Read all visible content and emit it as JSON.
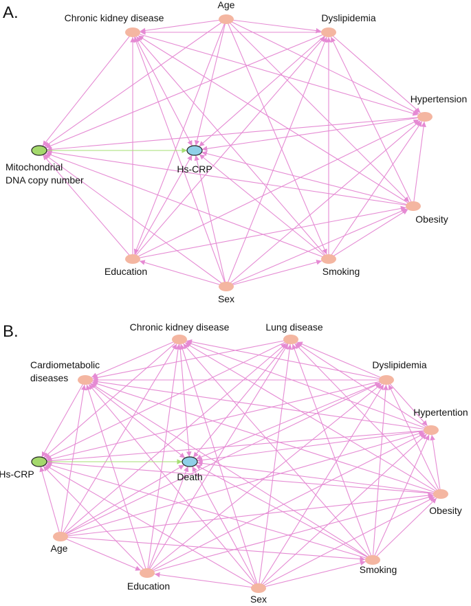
{
  "colors": {
    "edge": "#e58ad3",
    "exposure_edge": "#a6df72",
    "node_default": "#f4b6a1",
    "node_exposure": "#a4d96c",
    "node_outcome": "#8fd0e8",
    "node_stroke": "#222222"
  },
  "panels": [
    {
      "id": "a",
      "label": "A.",
      "nodes": [
        {
          "id": "age",
          "label": "Age",
          "kind": "default"
        },
        {
          "id": "ckd",
          "label": "Chronic kidney disease",
          "kind": "default"
        },
        {
          "id": "dys",
          "label": "Dyslipidemia",
          "kind": "default"
        },
        {
          "id": "hyp",
          "label": "Hypertension",
          "kind": "default"
        },
        {
          "id": "mito",
          "label": "Mitochondrial\nDNA copy number",
          "kind": "exposure"
        },
        {
          "id": "crp",
          "label": "Hs-CRP",
          "kind": "outcome"
        },
        {
          "id": "obe",
          "label": "Obesity",
          "kind": "default"
        },
        {
          "id": "edu",
          "label": "Education",
          "kind": "default"
        },
        {
          "id": "smk",
          "label": "Smoking",
          "kind": "default"
        },
        {
          "id": "sex",
          "label": "Sex",
          "kind": "default"
        }
      ],
      "edges": [
        [
          "age",
          "ckd"
        ],
        [
          "age",
          "dys"
        ],
        [
          "age",
          "hyp"
        ],
        [
          "age",
          "mito"
        ],
        [
          "age",
          "crp"
        ],
        [
          "age",
          "obe"
        ],
        [
          "age",
          "edu"
        ],
        [
          "age",
          "smk"
        ],
        [
          "sex",
          "ckd"
        ],
        [
          "sex",
          "dys"
        ],
        [
          "sex",
          "hyp"
        ],
        [
          "sex",
          "mito"
        ],
        [
          "sex",
          "crp"
        ],
        [
          "sex",
          "obe"
        ],
        [
          "sex",
          "edu"
        ],
        [
          "sex",
          "smk"
        ],
        [
          "edu",
          "ckd"
        ],
        [
          "edu",
          "dys"
        ],
        [
          "edu",
          "hyp"
        ],
        [
          "edu",
          "mito"
        ],
        [
          "edu",
          "crp"
        ],
        [
          "edu",
          "obe"
        ],
        [
          "smk",
          "ckd"
        ],
        [
          "smk",
          "dys"
        ],
        [
          "smk",
          "hyp"
        ],
        [
          "smk",
          "mito"
        ],
        [
          "smk",
          "crp"
        ],
        [
          "smk",
          "obe"
        ],
        [
          "ckd",
          "mito"
        ],
        [
          "ckd",
          "crp"
        ],
        [
          "ckd",
          "hyp"
        ],
        [
          "dys",
          "ckd"
        ],
        [
          "dys",
          "mito"
        ],
        [
          "dys",
          "crp"
        ],
        [
          "dys",
          "hyp"
        ],
        [
          "hyp",
          "mito"
        ],
        [
          "hyp",
          "crp"
        ],
        [
          "obe",
          "ckd"
        ],
        [
          "obe",
          "dys"
        ],
        [
          "obe",
          "hyp"
        ],
        [
          "obe",
          "mito"
        ],
        [
          "obe",
          "crp"
        ],
        [
          "mito",
          "crp"
        ]
      ]
    },
    {
      "id": "b",
      "label": "B.",
      "nodes": [
        {
          "id": "ckd",
          "label": "Chronic kidney disease",
          "kind": "default"
        },
        {
          "id": "lung",
          "label": "Lung disease",
          "kind": "default"
        },
        {
          "id": "cmd",
          "label": "Cardiometabolic\ndiseases",
          "kind": "default"
        },
        {
          "id": "dys",
          "label": "Dyslipidemia",
          "kind": "default"
        },
        {
          "id": "hyp",
          "label": "Hypertention",
          "kind": "default"
        },
        {
          "id": "crp",
          "label": "Hs-CRP",
          "kind": "exposure"
        },
        {
          "id": "death",
          "label": "Death",
          "kind": "outcome"
        },
        {
          "id": "obe",
          "label": "Obesity",
          "kind": "default"
        },
        {
          "id": "age",
          "label": "Age",
          "kind": "default"
        },
        {
          "id": "smk",
          "label": "Smoking",
          "kind": "default"
        },
        {
          "id": "edu",
          "label": "Education",
          "kind": "default"
        },
        {
          "id": "sex",
          "label": "Sex",
          "kind": "default"
        }
      ],
      "edges": [
        [
          "age",
          "ckd"
        ],
        [
          "age",
          "lung"
        ],
        [
          "age",
          "cmd"
        ],
        [
          "age",
          "dys"
        ],
        [
          "age",
          "hyp"
        ],
        [
          "age",
          "crp"
        ],
        [
          "age",
          "death"
        ],
        [
          "age",
          "obe"
        ],
        [
          "age",
          "edu"
        ],
        [
          "age",
          "smk"
        ],
        [
          "sex",
          "ckd"
        ],
        [
          "sex",
          "lung"
        ],
        [
          "sex",
          "cmd"
        ],
        [
          "sex",
          "dys"
        ],
        [
          "sex",
          "hyp"
        ],
        [
          "sex",
          "crp"
        ],
        [
          "sex",
          "death"
        ],
        [
          "sex",
          "obe"
        ],
        [
          "sex",
          "edu"
        ],
        [
          "sex",
          "smk"
        ],
        [
          "edu",
          "ckd"
        ],
        [
          "edu",
          "lung"
        ],
        [
          "edu",
          "cmd"
        ],
        [
          "edu",
          "dys"
        ],
        [
          "edu",
          "hyp"
        ],
        [
          "edu",
          "crp"
        ],
        [
          "edu",
          "death"
        ],
        [
          "edu",
          "obe"
        ],
        [
          "smk",
          "ckd"
        ],
        [
          "smk",
          "lung"
        ],
        [
          "smk",
          "cmd"
        ],
        [
          "smk",
          "dys"
        ],
        [
          "smk",
          "hyp"
        ],
        [
          "smk",
          "crp"
        ],
        [
          "smk",
          "death"
        ],
        [
          "smk",
          "obe"
        ],
        [
          "obe",
          "ckd"
        ],
        [
          "obe",
          "lung"
        ],
        [
          "obe",
          "cmd"
        ],
        [
          "obe",
          "dys"
        ],
        [
          "obe",
          "hyp"
        ],
        [
          "obe",
          "crp"
        ],
        [
          "obe",
          "death"
        ],
        [
          "dys",
          "ckd"
        ],
        [
          "dys",
          "lung"
        ],
        [
          "dys",
          "cmd"
        ],
        [
          "dys",
          "hyp"
        ],
        [
          "dys",
          "crp"
        ],
        [
          "dys",
          "death"
        ],
        [
          "hyp",
          "ckd"
        ],
        [
          "hyp",
          "lung"
        ],
        [
          "hyp",
          "cmd"
        ],
        [
          "hyp",
          "crp"
        ],
        [
          "hyp",
          "death"
        ],
        [
          "ckd",
          "cmd"
        ],
        [
          "ckd",
          "crp"
        ],
        [
          "ckd",
          "death"
        ],
        [
          "lung",
          "cmd"
        ],
        [
          "lung",
          "crp"
        ],
        [
          "lung",
          "death"
        ],
        [
          "cmd",
          "crp"
        ],
        [
          "cmd",
          "death"
        ],
        [
          "crp",
          "death"
        ]
      ]
    }
  ]
}
